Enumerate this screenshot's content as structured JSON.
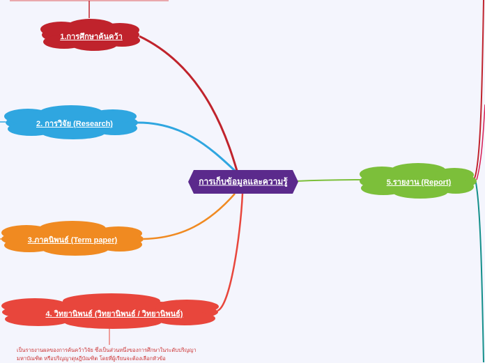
{
  "central": {
    "label": "การเก็บข้อมูลและความรู้",
    "color": "#5b2a8c"
  },
  "topics": [
    {
      "id": "t1",
      "label": "1.การศึกษาค้นคว้า",
      "color": "#c0232c"
    },
    {
      "id": "t2",
      "label": "2. การวิจัย (Research)",
      "color": "#2fa6e0"
    },
    {
      "id": "t3",
      "label": "3.ภาคนิพนธ์ (Term paper)",
      "color": "#f08a21"
    },
    {
      "id": "t4",
      "label": "4. วิทยานิพนธ์ (วิทยานิพนธ์ / วิทยานิพนธ์)",
      "color": "#e8463c"
    },
    {
      "id": "t5",
      "label": "5.รายงาน (Report)",
      "color": "#7cbf3a"
    }
  ],
  "note": "เป็นรายงานผลของการค้นคว้าวิจัย ซึ่งเป็นส่วนหนึ่งของการศึกษาในระดับปริญญามหาบัณฑิต หรือปริญญาดุษฎีบัณฑิต โดยที่ผู้เรียนจะต้องเลือกหัวข้อ",
  "colors": {
    "background": "#f4f5fd",
    "teal_branch": "#138f8a",
    "pink_branch": "#d81b52"
  }
}
